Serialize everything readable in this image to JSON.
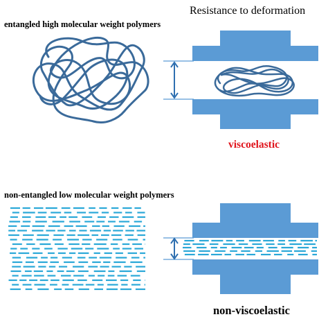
{
  "top": {
    "title": "entangled high molecular weight polymers",
    "resistance_title": "Resistance to deformation",
    "result_label": "viscoelastic"
  },
  "bottom": {
    "title": "non-entangled  low molecular weight polymers",
    "result_label": "non-viscoelastic"
  },
  "colors": {
    "plate_fill": "#5b9bd5",
    "coil_stroke": "#3a6a9a",
    "short_chain": "#2aa8d8",
    "arrow": "#2e6fb0",
    "guide_line": "#5b9bd5",
    "viscoelastic_text": "#e0141c",
    "nonviscoelastic_text": "#000000"
  }
}
